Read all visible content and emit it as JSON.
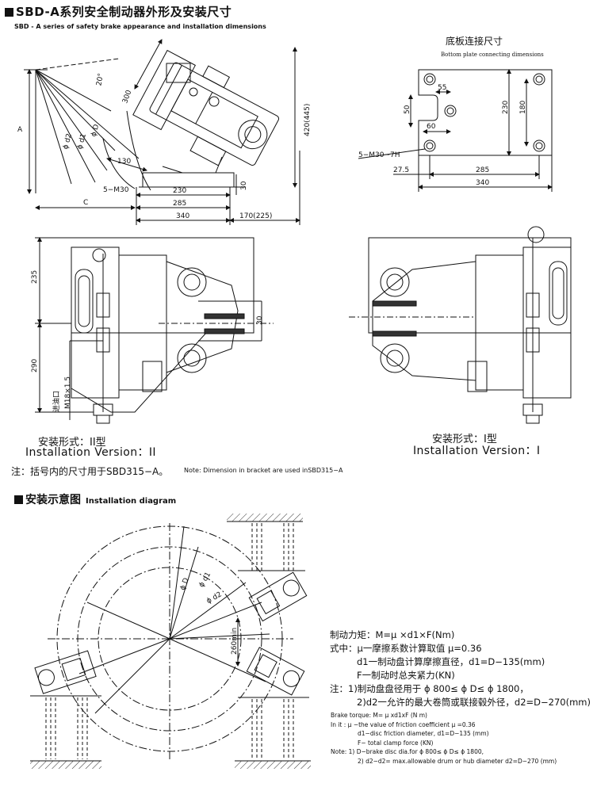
{
  "header": {
    "title": "SBD-A系列安全制动器外形及安装尺寸",
    "subtitle": "SBD - A series of safety brake appearance and installation dimensions"
  },
  "side_view": {
    "labels": {
      "A": "A",
      "C": "C",
      "angle": "20°",
      "d300": "300",
      "d420": "420(445)",
      "phiD": "ϕ D",
      "phid1": "ϕ d1",
      "phid2": "ϕ d2",
      "d130": "130",
      "m30": "5−M30",
      "d30": "30",
      "d230": "230",
      "d285": "285",
      "d340": "340",
      "d170": "170(225)"
    }
  },
  "bottom_plate": {
    "title_cn": "底板连接尺寸",
    "title_en": "Bottom plate connecting dimensions",
    "labels": {
      "d55": "55",
      "d50": "50",
      "d60": "60",
      "d230": "230",
      "d180": "180",
      "m30": "5−M30−7H",
      "d27": "27.5",
      "d285": "285",
      "d340": "340"
    }
  },
  "version_ii": {
    "cn": "安装形式：II型",
    "en": "Installation Version：II",
    "labels": {
      "d235": "235",
      "d290": "290",
      "oil": "进油口",
      "thread": "M18×1.5",
      "d30": "30"
    }
  },
  "version_i": {
    "cn": "安装形式：I型",
    "en": "Installation Version：I"
  },
  "notes": {
    "bracket_cn": "注：括号内的尺寸用于SBD315−A。",
    "bracket_en": "Note: Dimension in bracket are used inSBD315−A"
  },
  "install_diagram": {
    "title_cn": "安装示意图",
    "title_en": "Installation diagram",
    "labels": {
      "phiD": "ϕ D",
      "phid1": "ϕ d1",
      "phid2": "ϕ d2",
      "min260": "260min"
    }
  },
  "formula_cn": {
    "line1": "制动力矩：M=μ ×d1×F(Nm)",
    "line2": "式中：μ一摩擦系数计算取值 μ=0.36",
    "line3": "d1一制动盘计算摩擦直径，d1=D−135(mm)",
    "line4": "F一制动时总夹紧力(KN)",
    "line5": "注：1)制动盘盘径用于 ϕ 800≤ ϕ D≤ ϕ 1800，",
    "line6": "2)d2一允许的最大卷筒或联接毂外径，d2=D−270(mm)"
  },
  "formula_en": {
    "line1": "Brake torque: M= μ xd1xF (N m)",
    "line2": "In it : μ −the value of  friction coefficient  μ =0.36",
    "line3": "d1−disc friction  diameter, d1=D−135 (mm)",
    "line4": "F− total clamp force (KN)",
    "line5": "Note: 1) D−brake disc dia.for  ϕ 800≤ ϕ D≤ ϕ 1800,",
    "line6": "2) d2−d2= max.allowable drum  or hub diameter d2=D−270 (mm)"
  }
}
